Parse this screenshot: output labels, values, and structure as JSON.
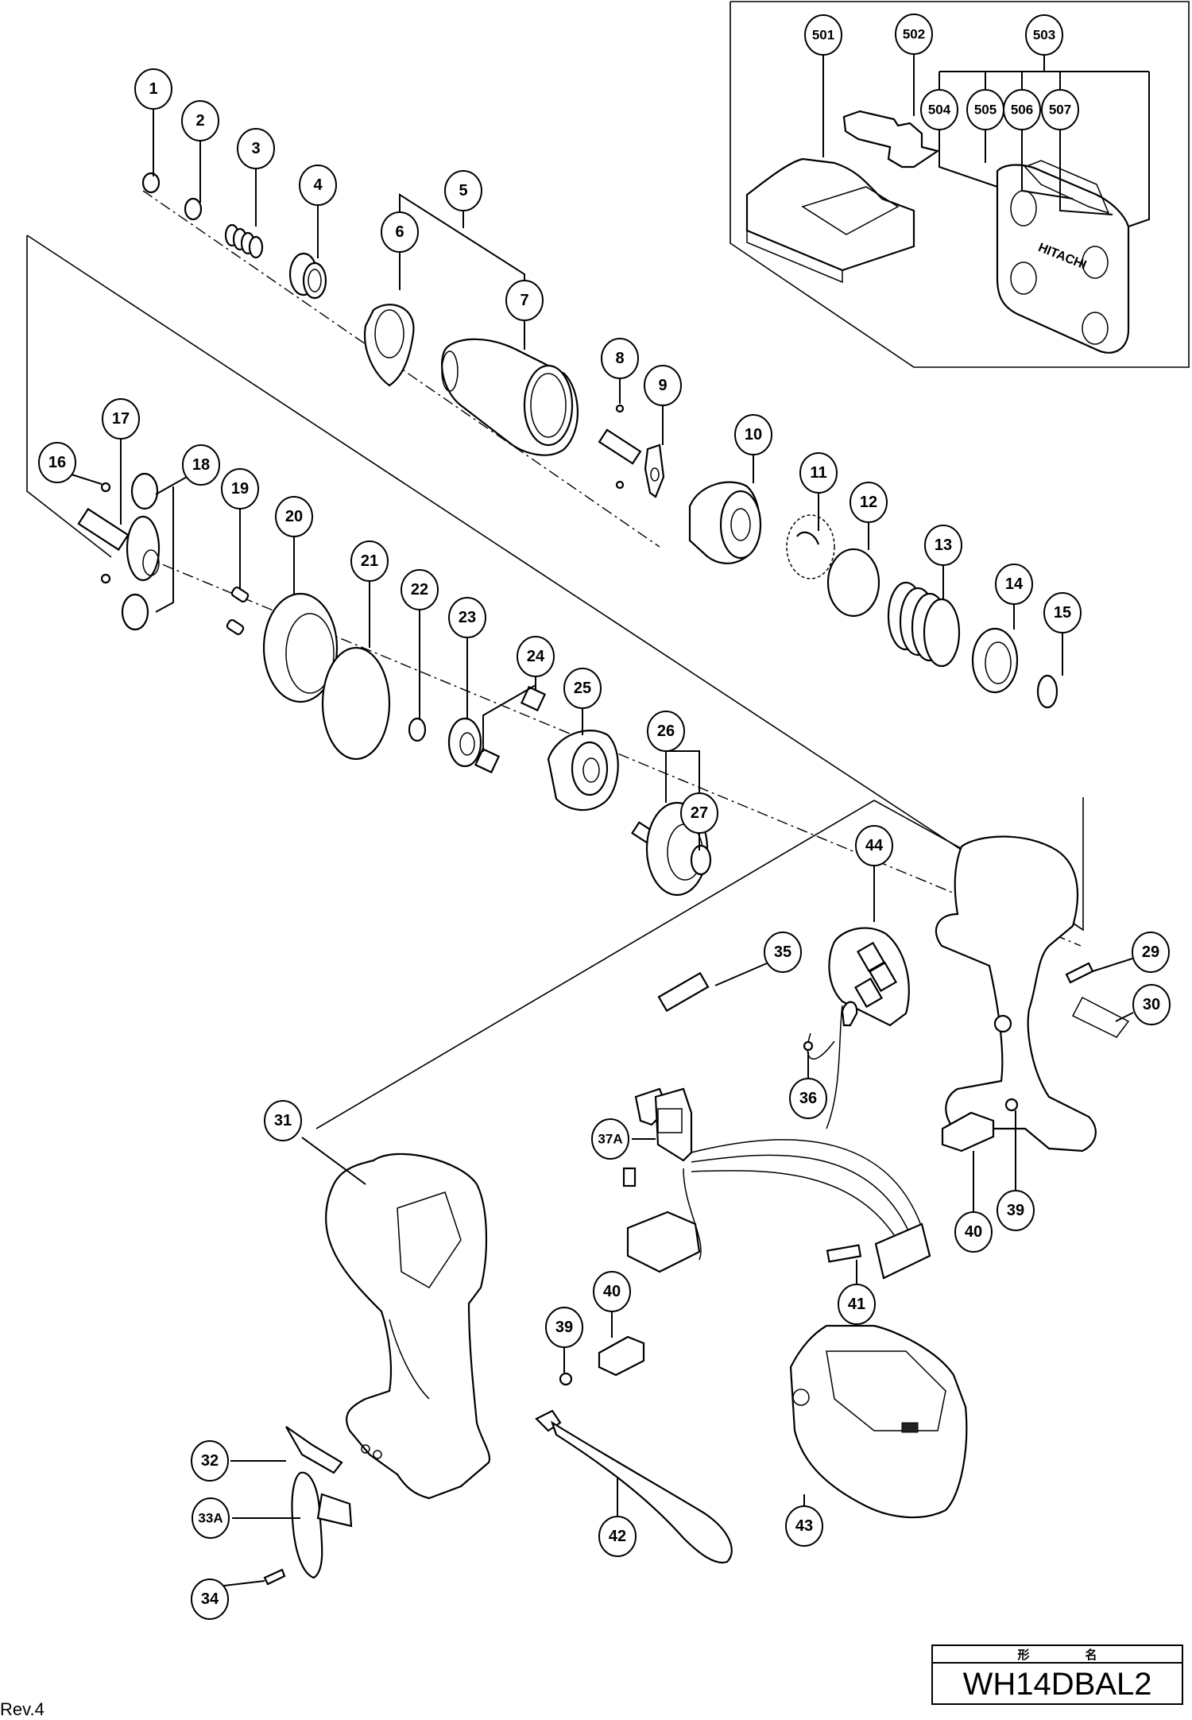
{
  "document": {
    "title_block": {
      "header_left": "形",
      "header_right": "名",
      "model": "WH14DBAL2"
    },
    "revision": "Rev.4"
  },
  "callouts": [
    {
      "id": "1",
      "label": "1"
    },
    {
      "id": "2",
      "label": "2"
    },
    {
      "id": "3",
      "label": "3"
    },
    {
      "id": "4",
      "label": "4"
    },
    {
      "id": "5",
      "label": "5"
    },
    {
      "id": "6",
      "label": "6"
    },
    {
      "id": "7",
      "label": "7"
    },
    {
      "id": "8",
      "label": "8"
    },
    {
      "id": "9",
      "label": "9"
    },
    {
      "id": "10",
      "label": "10"
    },
    {
      "id": "11",
      "label": "11"
    },
    {
      "id": "12",
      "label": "12"
    },
    {
      "id": "13",
      "label": "13"
    },
    {
      "id": "14",
      "label": "14"
    },
    {
      "id": "15",
      "label": "15"
    },
    {
      "id": "16",
      "label": "16"
    },
    {
      "id": "17",
      "label": "17"
    },
    {
      "id": "18",
      "label": "18"
    },
    {
      "id": "19",
      "label": "19"
    },
    {
      "id": "20",
      "label": "20"
    },
    {
      "id": "21",
      "label": "21"
    },
    {
      "id": "22",
      "label": "22"
    },
    {
      "id": "23",
      "label": "23"
    },
    {
      "id": "24",
      "label": "24"
    },
    {
      "id": "25",
      "label": "25"
    },
    {
      "id": "26",
      "label": "26"
    },
    {
      "id": "27",
      "label": "27"
    },
    {
      "id": "29",
      "label": "29"
    },
    {
      "id": "30",
      "label": "30"
    },
    {
      "id": "31",
      "label": "31"
    },
    {
      "id": "32",
      "label": "32"
    },
    {
      "id": "33A",
      "label": "33A"
    },
    {
      "id": "34",
      "label": "34"
    },
    {
      "id": "35",
      "label": "35"
    },
    {
      "id": "36",
      "label": "36"
    },
    {
      "id": "37A",
      "label": "37A"
    },
    {
      "id": "39a",
      "label": "39"
    },
    {
      "id": "40a",
      "label": "40"
    },
    {
      "id": "39b",
      "label": "39"
    },
    {
      "id": "40b",
      "label": "40"
    },
    {
      "id": "41",
      "label": "41"
    },
    {
      "id": "42",
      "label": "42"
    },
    {
      "id": "43",
      "label": "43"
    },
    {
      "id": "44",
      "label": "44"
    },
    {
      "id": "501",
      "label": "501"
    },
    {
      "id": "502",
      "label": "502"
    },
    {
      "id": "503",
      "label": "503"
    },
    {
      "id": "504",
      "label": "504"
    },
    {
      "id": "505",
      "label": "505"
    },
    {
      "id": "506",
      "label": "506"
    },
    {
      "id": "507",
      "label": "507"
    }
  ],
  "case_branding": "HITACHI"
}
